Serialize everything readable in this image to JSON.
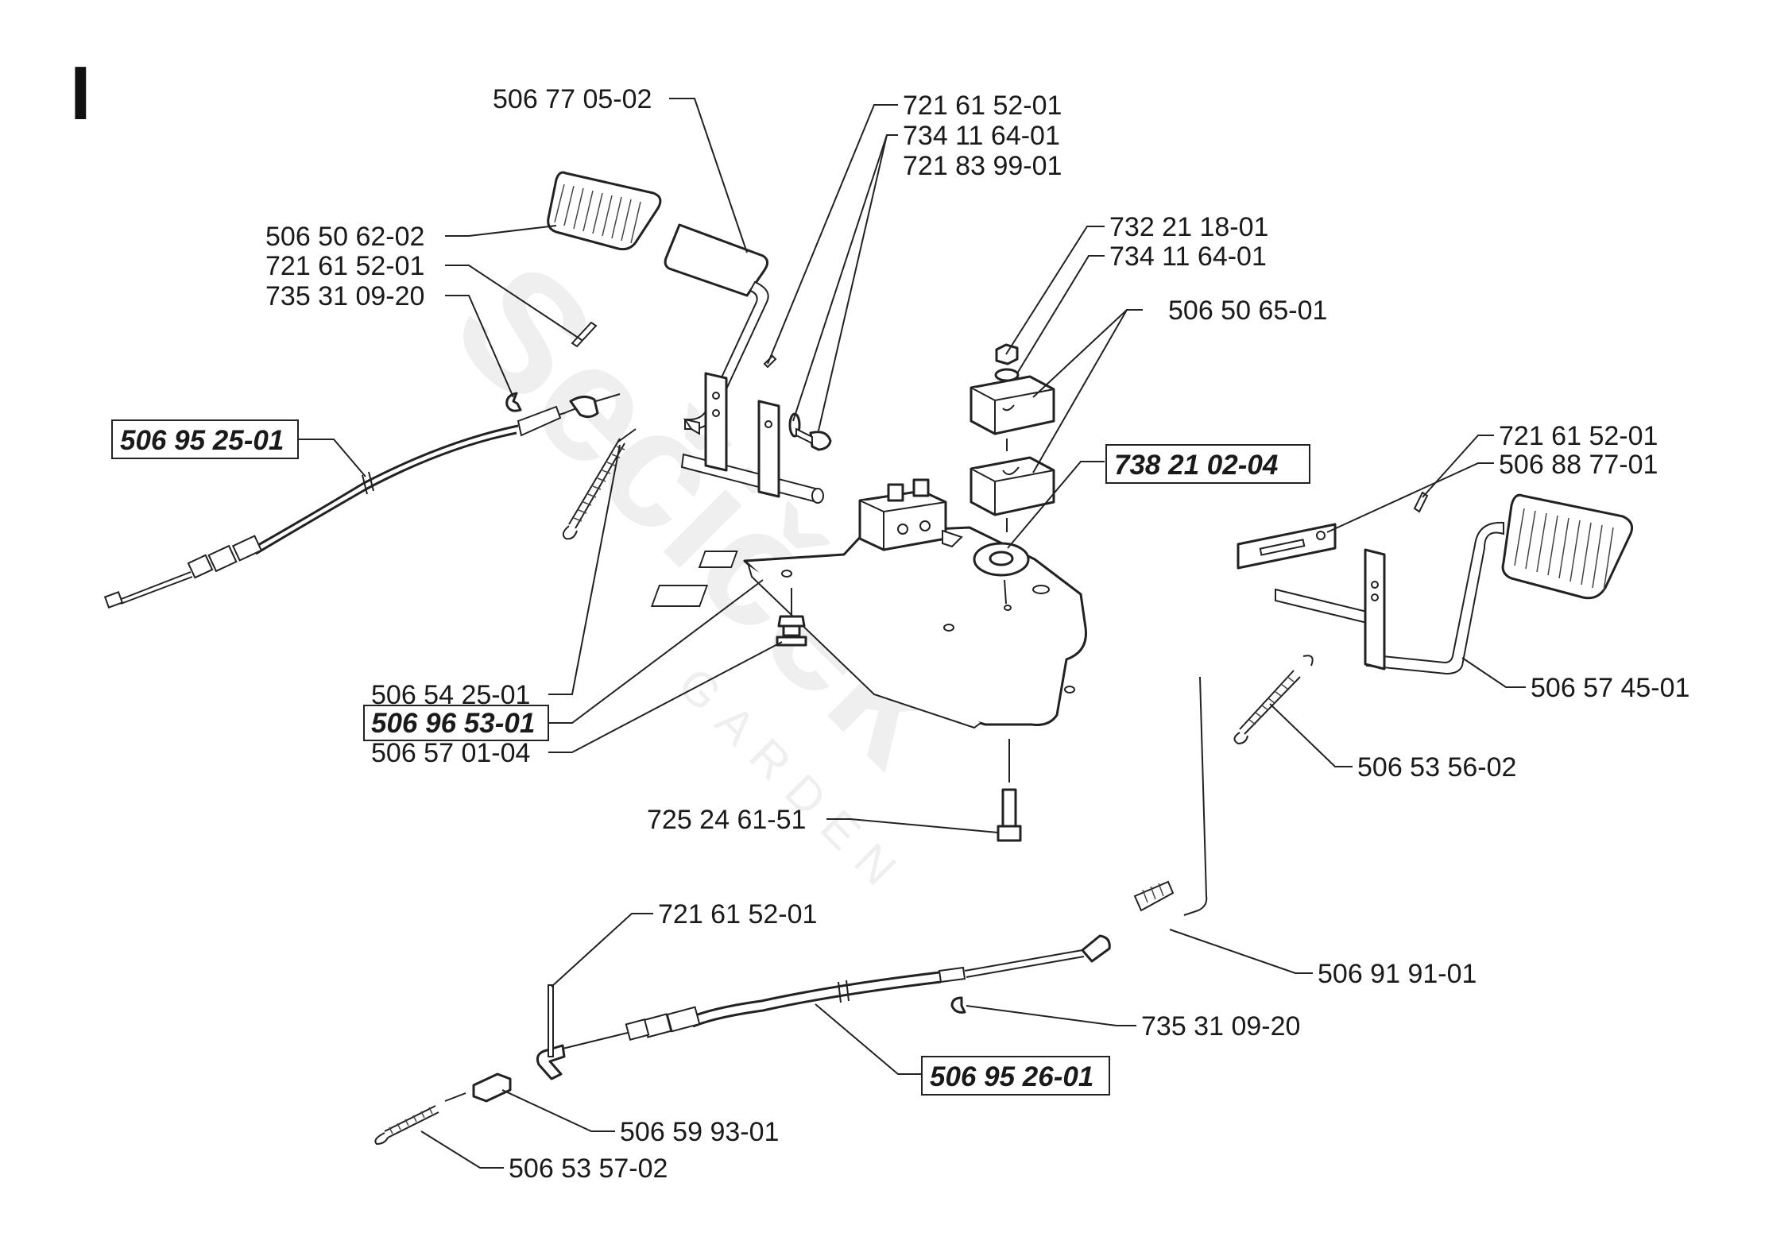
{
  "section_letter": "I",
  "watermark": {
    "brand": "Sečiček",
    "sub": "GARDEN"
  },
  "labels": {
    "l_506770502": "506 77 05-02",
    "l_721615201_a": "721 61 52-01",
    "l_734116401_a": "734 11 64-01",
    "l_721839901": "721 83 99-01",
    "l_506506202": "506 50 62-02",
    "l_721615201_b": "721 61 52-01",
    "l_735310920_a": "735 31 09-20",
    "l_732211801": "732 21 18-01",
    "l_734116401_b": "734 11 64-01",
    "l_506506501": "506 50 65-01",
    "l_506952501": "506 95 25-01",
    "l_738210204": "738 21 02-04",
    "l_721615201_c": "721 61 52-01",
    "l_506887701": "506 88 77-01",
    "l_506542501": "506 54 25-01",
    "l_506965301": "506 96 53-01",
    "l_506570104": "506 57 01-04",
    "l_506574501": "506 57 45-01",
    "l_506535602": "506 53 56-02",
    "l_725246151": "725 24 61-51",
    "l_721615201_d": "721 61 52-01",
    "l_506919101": "506 91 91-01",
    "l_735310920_b": "735 31 09-20",
    "l_506952601": "506 95 26-01",
    "l_506599301": "506 59 93-01",
    "l_506535702": "506 53 57-02"
  }
}
